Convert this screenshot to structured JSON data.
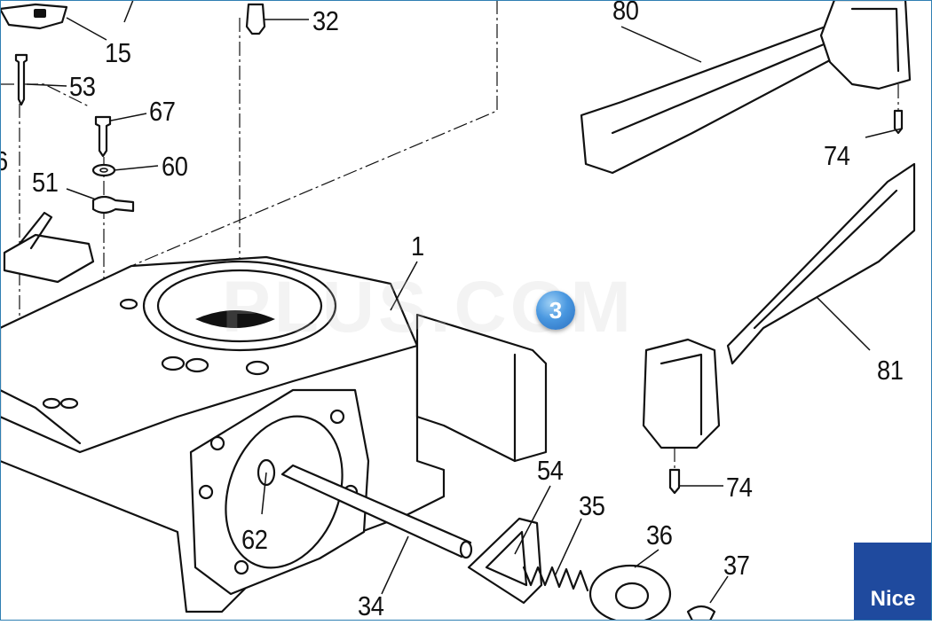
{
  "labels": {
    "p1": "1",
    "p15": "15",
    "p32": "32",
    "p34": "34",
    "p35": "35",
    "p36": "36",
    "p37": "37",
    "p51": "51",
    "p53": "53",
    "p54": "54",
    "p60": "60",
    "p62": "62",
    "p67": "67",
    "p74a": "74",
    "p74b": "74",
    "p80": "80",
    "p81": "81",
    "p6partial": "6"
  },
  "badge": {
    "number": "3",
    "color": "#3f8fdc"
  },
  "watermark": "PLUS.COM",
  "brand": {
    "text": "Nice",
    "color": "#1f4a9e"
  },
  "colors": {
    "frame": "#2f7fb3"
  }
}
